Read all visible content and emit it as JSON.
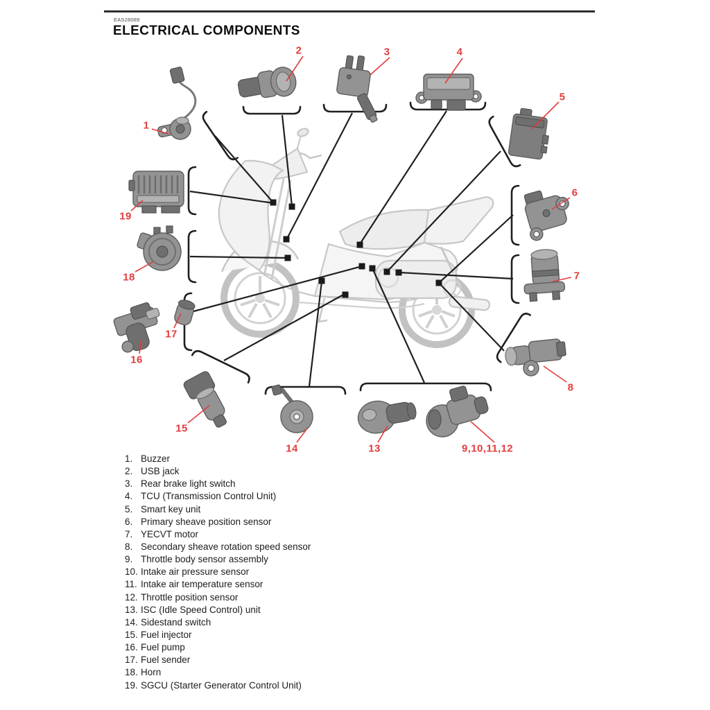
{
  "page": {
    "code": "EAS28089",
    "title": "ELECTRICAL COMPONENTS"
  },
  "colors": {
    "accent_red": "#e23c3c",
    "line_black": "#1f1f1f",
    "part_gray": "#939393",
    "bike_gray": "#c7c7c7"
  },
  "callouts": [
    {
      "label": "1"
    },
    {
      "label": "2"
    },
    {
      "label": "3"
    },
    {
      "label": "4"
    },
    {
      "label": "5"
    },
    {
      "label": "6"
    },
    {
      "label": "7"
    },
    {
      "label": "8"
    },
    {
      "label": "9,10,11,12"
    },
    {
      "label": "13"
    },
    {
      "label": "14"
    },
    {
      "label": "15"
    },
    {
      "label": "16"
    },
    {
      "label": "17"
    },
    {
      "label": "18"
    },
    {
      "label": "19"
    }
  ],
  "legend": {
    "items": [
      {
        "number": "1.",
        "label": "Buzzer"
      },
      {
        "number": "2.",
        "label": "USB jack"
      },
      {
        "number": "3.",
        "label": "Rear brake light switch"
      },
      {
        "number": "4.",
        "label": "TCU (Transmission Control Unit)"
      },
      {
        "number": "5.",
        "label": "Smart key unit"
      },
      {
        "number": "6.",
        "label": "Primary sheave position sensor"
      },
      {
        "number": "7.",
        "label": "YECVT motor"
      },
      {
        "number": "8.",
        "label": "Secondary sheave rotation speed sensor"
      },
      {
        "number": "9.",
        "label": "Throttle body sensor assembly"
      },
      {
        "number": "10.",
        "label": "Intake air pressure sensor"
      },
      {
        "number": "11.",
        "label": "Intake air temperature sensor"
      },
      {
        "number": "12.",
        "label": "Throttle position sensor"
      },
      {
        "number": "13.",
        "label": "ISC (Idle Speed Control) unit"
      },
      {
        "number": "14.",
        "label": "Sidestand switch"
      },
      {
        "number": "15.",
        "label": "Fuel injector"
      },
      {
        "number": "16.",
        "label": "Fuel pump"
      },
      {
        "number": "17.",
        "label": "Fuel sender"
      },
      {
        "number": "18.",
        "label": "Horn"
      },
      {
        "number": "19.",
        "label": "SGCU (Starter Generator Control Unit)"
      }
    ]
  }
}
